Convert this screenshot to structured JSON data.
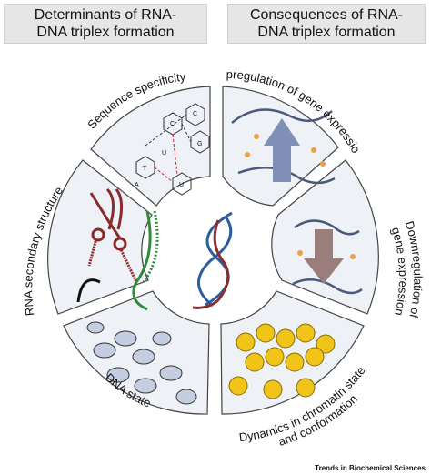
{
  "header": {
    "left": {
      "line1": "Determinants of RNA-",
      "line2": "DNA triplex formation"
    },
    "right": {
      "line1": "Consequences of RNA-",
      "line2": "DNA triplex formation"
    }
  },
  "segments": {
    "sequence_specificity": "Sequence specificity",
    "rna_secondary_structure": "RNA secondary structure",
    "dna_state": "DNA state",
    "upregulation": "Upregulation of gene expression",
    "downregulation_line1": "Downregulation of",
    "downregulation_line2": "gene expression",
    "chromatin_line1": "Dynamics in chromatin state",
    "chromatin_line2": "and conformation"
  },
  "base_letters": [
    "C",
    "G",
    "T",
    "U",
    "A",
    "C",
    "U"
  ],
  "footer": "Trends in Biochemical Sciences",
  "colors": {
    "panel_fill": "#eef1f6",
    "panel_stroke": "#444444",
    "arrow_up": "#7f8fb8",
    "arrow_down": "#9a7e7c",
    "nucleosome": "#f0c419",
    "rna_red": "#8b2a2a",
    "rna_green": "#2e8b3a",
    "helix_blue": "#2c5e9e",
    "helix_red": "#8a2d2d"
  }
}
